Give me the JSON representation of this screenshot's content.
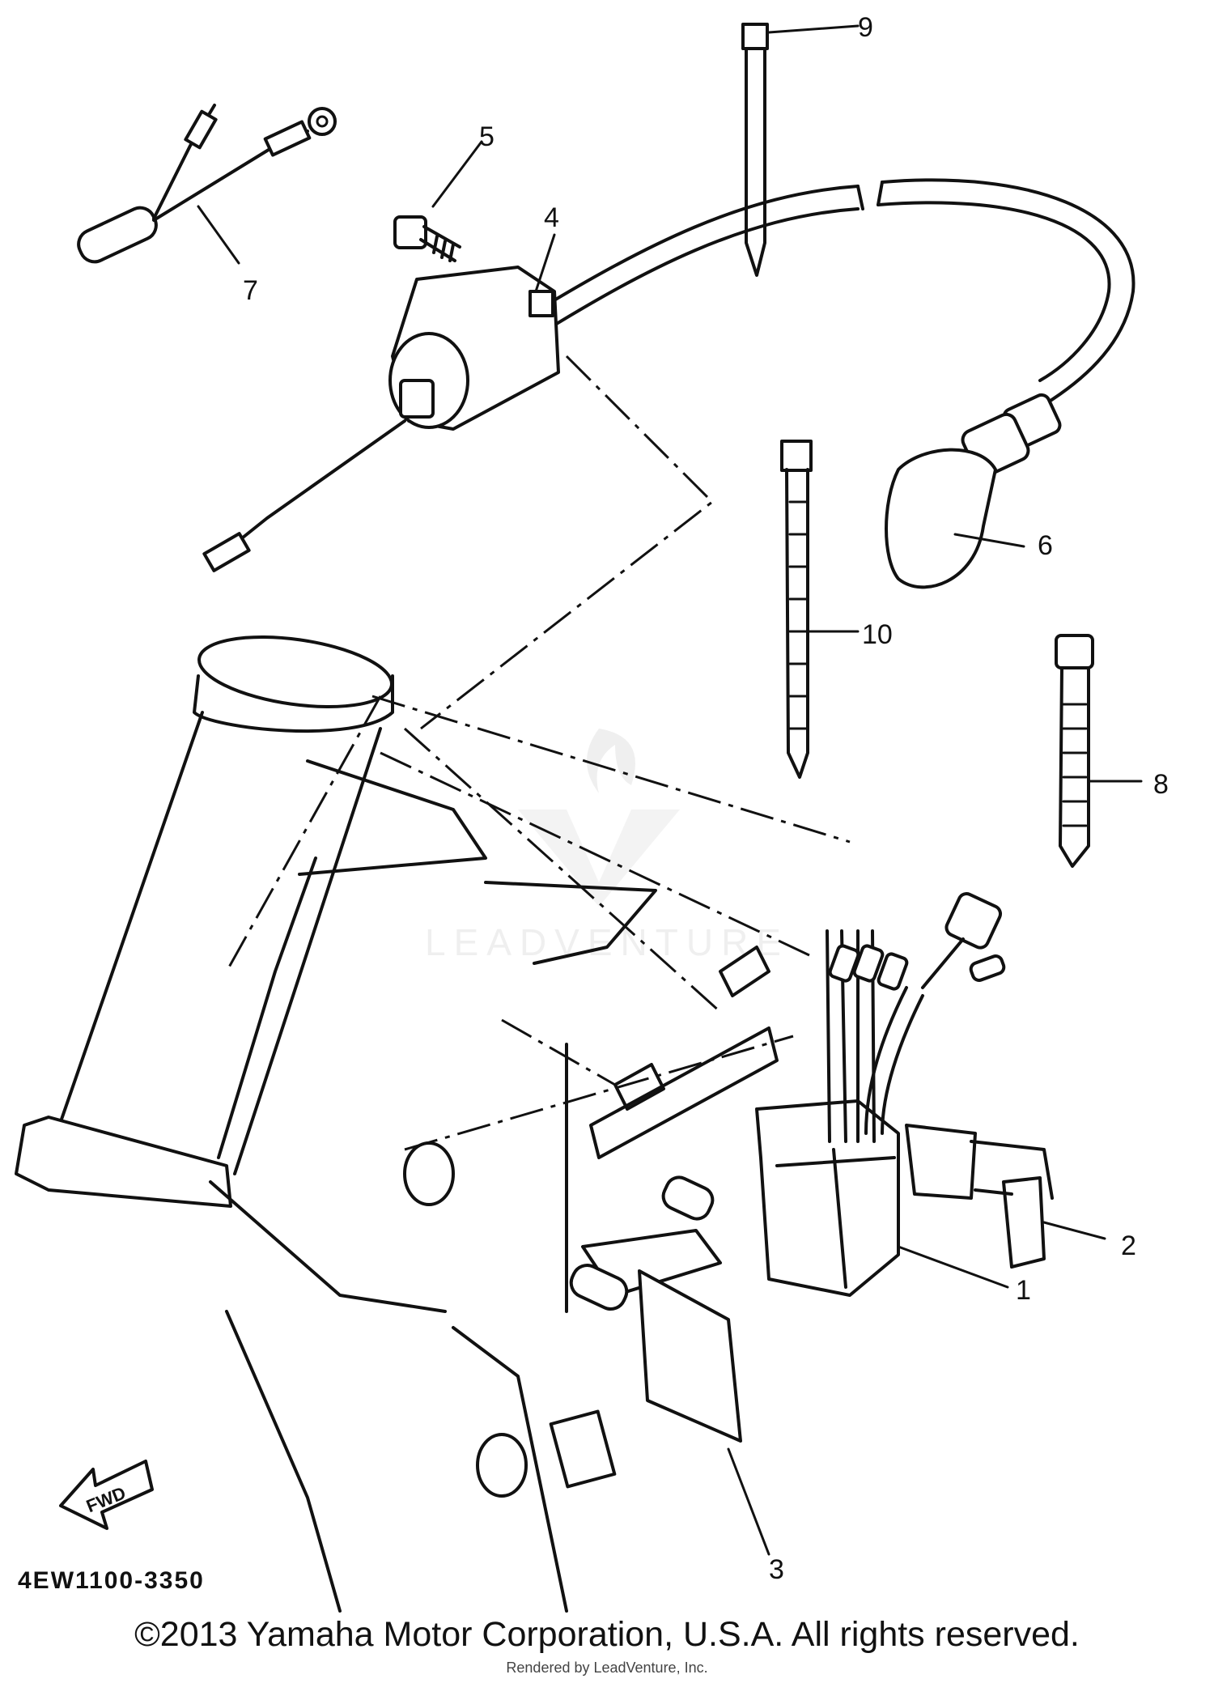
{
  "callouts": {
    "c1": "1",
    "c2": "2",
    "c3": "3",
    "c4": "4",
    "c5": "5",
    "c6": "6",
    "c7": "7",
    "c8": "8",
    "c9": "9",
    "c10": "10"
  },
  "direction_label": "FWD",
  "diagram_code": "4EW1100-3350",
  "watermark": "LEADVENTURE",
  "copyright": "©2013 Yamaha Motor Corporation, U.S.A. All rights reserved.",
  "rendered_by": "Rendered by LeadVenture, Inc."
}
